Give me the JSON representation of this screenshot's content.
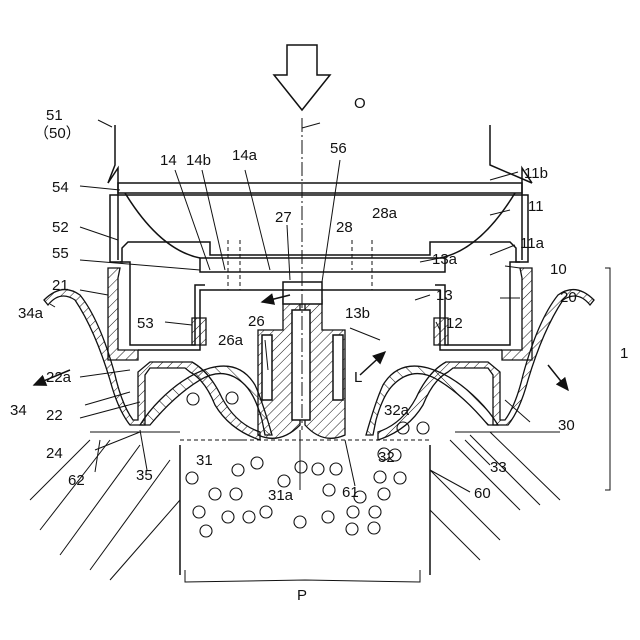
{
  "labels": {
    "l51": "51",
    "l50": "（50）",
    "lO": "O",
    "l56": "56",
    "l14": "14",
    "l14b": "14b",
    "l14a": "14a",
    "l11b": "11b",
    "l54": "54",
    "l11": "11",
    "l27": "27",
    "l28": "28",
    "l28a": "28a",
    "l52": "52",
    "l11a": "11a",
    "l55": "55",
    "l13a": "13a",
    "l10": "10",
    "l21": "21",
    "l20": "20",
    "l13": "13",
    "l1": "1",
    "l34a": "34a",
    "l53": "53",
    "l26": "26",
    "l13b": "13b",
    "l12": "12",
    "l26a": "26a",
    "l22a": "22a",
    "lL": "L",
    "l34": "34",
    "l22": "22",
    "l32a": "32a",
    "l30": "30",
    "l24": "24",
    "l31": "31",
    "l32": "32",
    "l62": "62",
    "l35": "35",
    "l33": "33",
    "l31a": "31a",
    "l61": "61",
    "l60": "60",
    "lP": "P"
  }
}
